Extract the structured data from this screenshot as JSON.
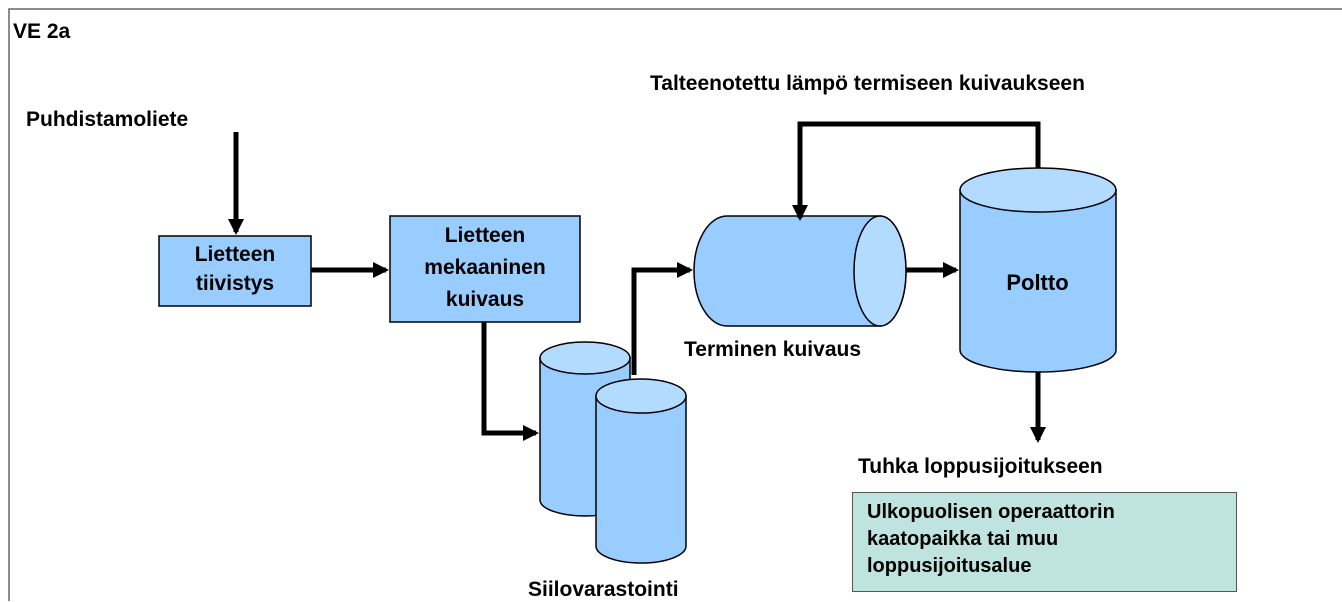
{
  "diagram": {
    "title": "VE 2a",
    "input_label": "Puhdistamoliete",
    "heat_recovery_label": "Talteenotettu lämpö termiseen kuivaukseen",
    "thickening_label": "Lietteen tiivistys",
    "mechanical_drying_label": "Lietteen mekaaninen kuivaus",
    "silo_storage_label": "Siilovarastointi",
    "thermal_drying_label": "Terminen kuivaus",
    "combustion_label": "Poltto",
    "ash_label": "Tuhka loppusijoitukseen",
    "disposal_box_text": "Ulkopuolisen operaattorin\nkaatopaikka tai muu\nloppusijoitusalue"
  },
  "colors": {
    "vessel_fill": "#99ccff",
    "vessel_top": "#b3dbff",
    "disposal_fill": "#bfe3df",
    "line": "#000000"
  }
}
